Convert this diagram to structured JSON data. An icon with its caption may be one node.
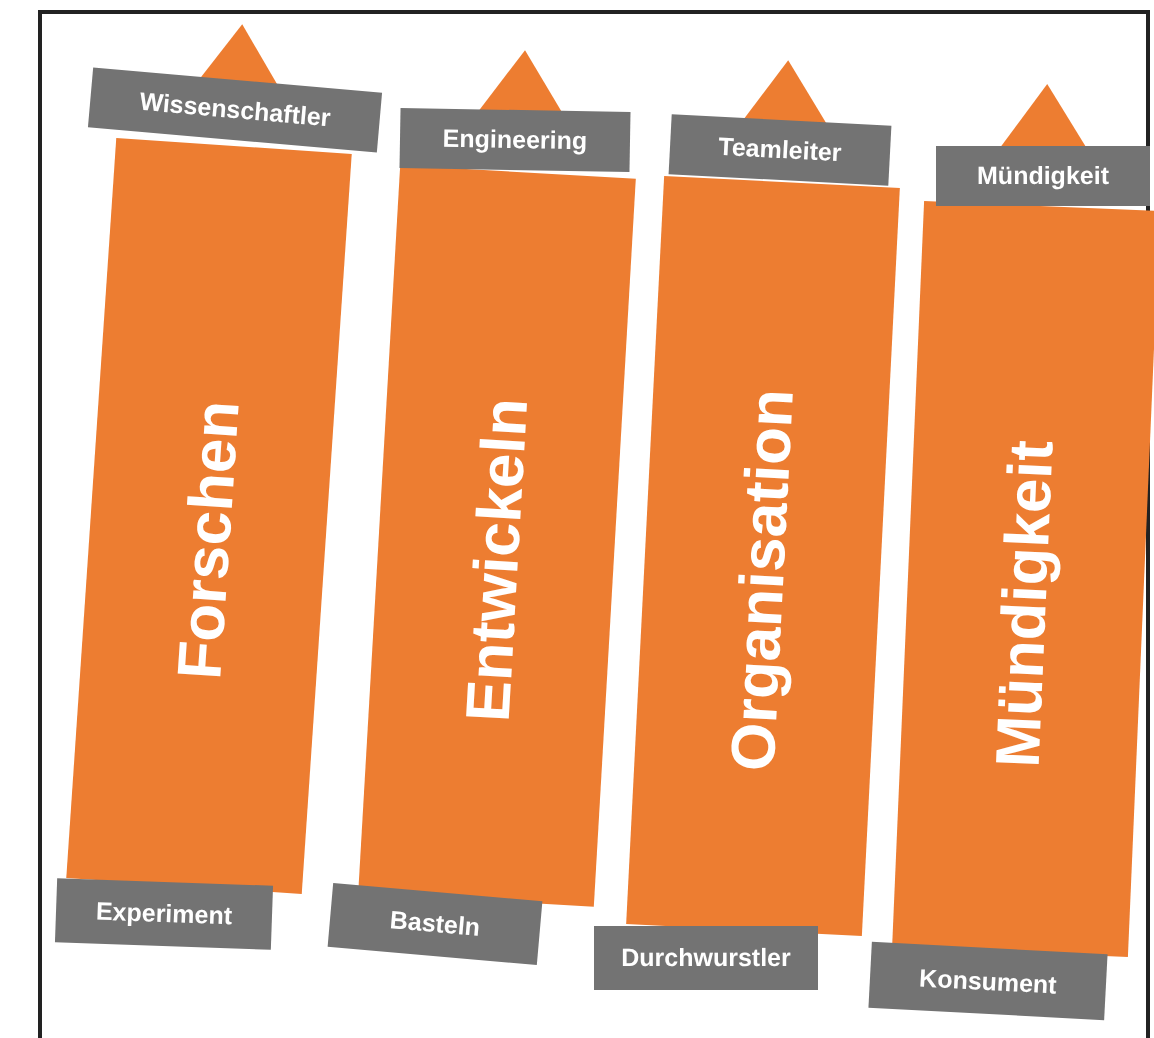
{
  "diagram": {
    "nodes": [
      {
        "text": [
          "Wissenschaftler"
        ]
      },
      {
        "text": [
          "Experiment"
        ]
      },
      {
        "text": [
          "Engineering"
        ]
      },
      {
        "text": [
          "Basteln"
        ]
      },
      {
        "text": [
          "Teamleiter"
        ]
      },
      {
        "text": [
          "Durchwurstler"
        ]
      },
      {
        "text": [
          "Mündigkeit"
        ]
      },
      {
        "text": [
          "Konsument"
        ]
      }
    ],
    "edges": [
      {
        "from": 1,
        "to": 0,
        "arrow": "to",
        "label": "Forschen"
      },
      {
        "from": 3,
        "to": 2,
        "arrow": "to",
        "label": "Entwickeln"
      },
      {
        "from": 5,
        "to": 4,
        "arrow": "to",
        "label": "Organisation"
      },
      {
        "from": 7,
        "to": 6,
        "arrow": "to",
        "label": "Mündigkeit"
      }
    ]
  }
}
